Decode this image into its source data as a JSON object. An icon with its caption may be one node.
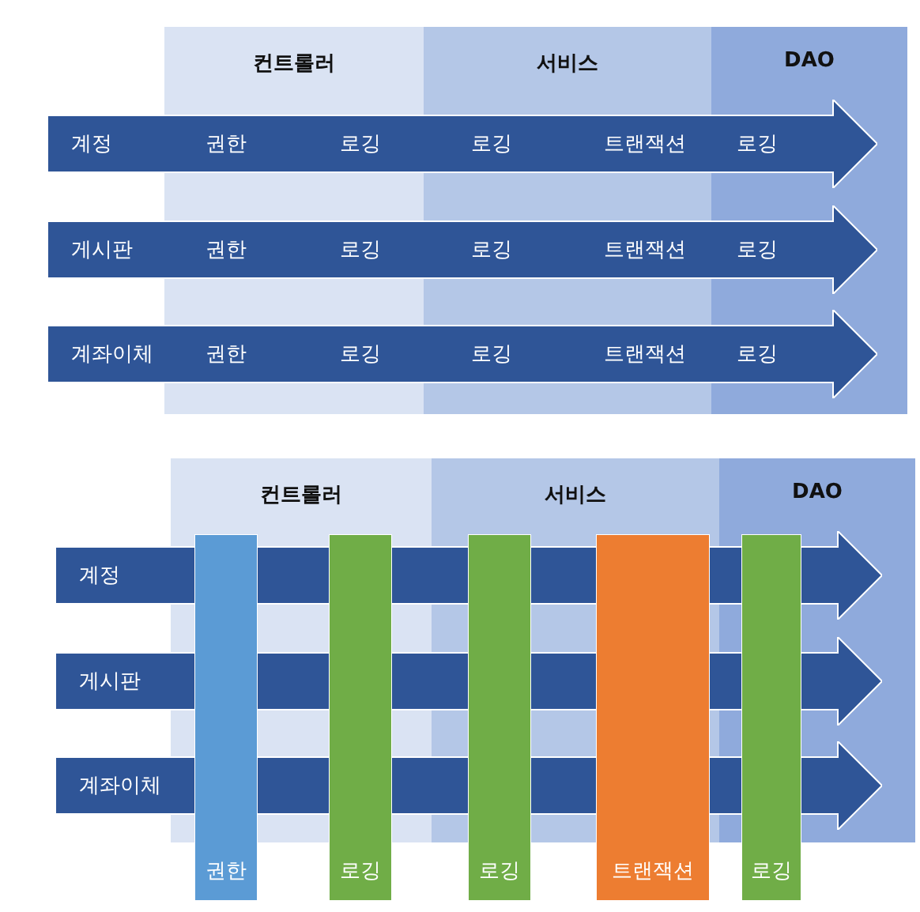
{
  "diagram": {
    "nodes": [
      {
        "text": [
          "컨트롤러"
        ]
      },
      {
        "text": [
          "서비스"
        ]
      },
      {
        "text": [
          "DAO"
        ]
      },
      {
        "text": [
          "계정",
          "권한",
          "로깅",
          "로깅",
          "트랜잭션",
          "로깅"
        ]
      },
      {
        "text": [
          "게시판",
          "권한",
          "로깅",
          "로깅",
          "트랜잭션",
          "로깅"
        ]
      },
      {
        "text": [
          "계좌이체",
          "권한",
          "로깅",
          "로깅",
          "트랜잭션",
          "로깅"
        ]
      },
      {
        "text": [
          "컨트롤러"
        ]
      },
      {
        "text": [
          "서비스"
        ]
      },
      {
        "text": [
          "DAO"
        ]
      },
      {
        "text": [
          "계정"
        ]
      },
      {
        "text": [
          "게시판"
        ]
      },
      {
        "text": [
          "계좌이체"
        ]
      },
      {
        "text": [
          "권한"
        ]
      },
      {
        "text": [
          "로깅"
        ]
      },
      {
        "text": [
          "로깅"
        ]
      },
      {
        "text": [
          "트랜잭션"
        ]
      },
      {
        "text": [
          "로깅"
        ]
      }
    ],
    "edges": []
  }
}
